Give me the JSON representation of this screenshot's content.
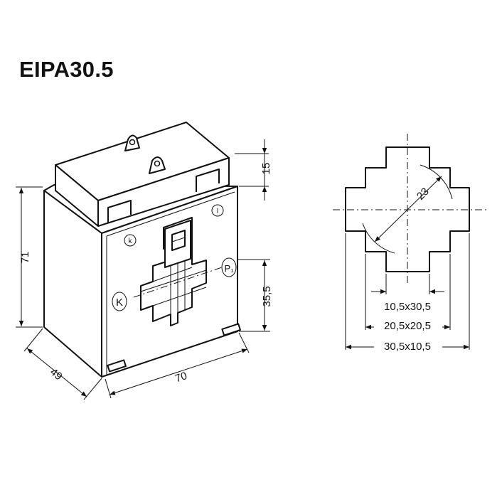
{
  "title": "EIPA30.5",
  "dimensions": {
    "height": "71",
    "depth": "49",
    "width": "70",
    "top_block": "15",
    "window_offset": "35,5"
  },
  "terminals": {
    "k_small": "k",
    "l_small": "l",
    "K": "K",
    "P1": "P₁"
  },
  "window_profile": {
    "diameter": "23",
    "size_1": "10,5x30,5",
    "size_2": "20,5x20,5",
    "size_3": "30,5x10,5"
  }
}
